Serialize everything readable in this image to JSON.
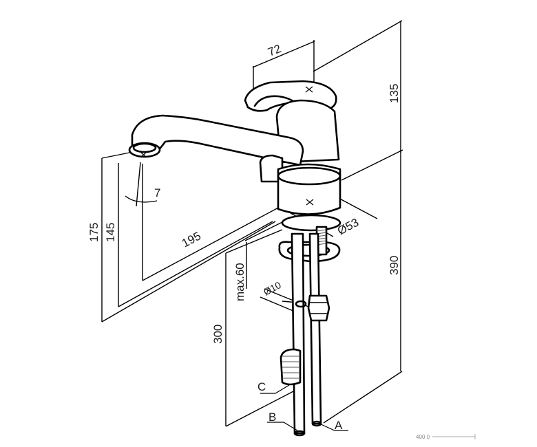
{
  "drawing": {
    "dimensions": {
      "handle_width": "72",
      "top_height": "135",
      "spout_height_total": "175",
      "spout_height_outlet": "145",
      "spout_reach": "195",
      "spout_angle": "7",
      "diameter_body": "Ø53",
      "max_deck_thickness": "max.60",
      "hose_diameter": "Ø10",
      "hose_length": "300",
      "overall_height": "390"
    },
    "callouts": {
      "a": "A",
      "b": "B",
      "c": "C"
    },
    "scale_note": "400 0"
  }
}
